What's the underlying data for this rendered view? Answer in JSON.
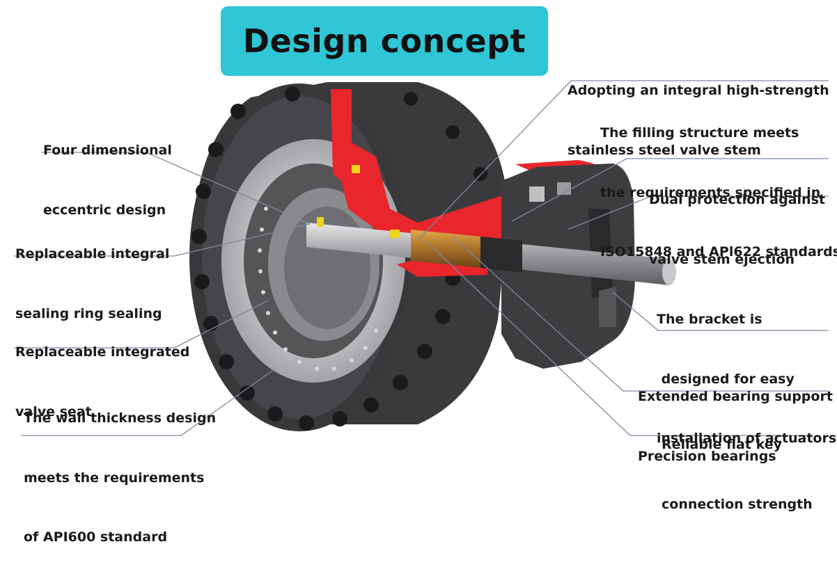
{
  "title": "Design concept",
  "colors": {
    "title_bg": "#2fc6d6",
    "body_dark": "#3a3a3c",
    "cutaway_red": "#e8262b",
    "leader_line": "#7a8aa0",
    "text": "#1a1a1a"
  },
  "labels": {
    "left": [
      {
        "lines": [
          "Four dimensional",
          "eccentric design"
        ]
      },
      {
        "lines": [
          "Replaceable integral",
          "sealing ring sealing"
        ]
      },
      {
        "lines": [
          "Replaceable integrated",
          "valve seat"
        ]
      },
      {
        "lines": [
          "The wall thickness design",
          "meets the requirements",
          "of API600 standard"
        ]
      }
    ],
    "right": [
      {
        "lines": [
          "Adopting an integral high-strength",
          "stainless steel valve stem"
        ]
      },
      {
        "lines": [
          "The filling structure meets",
          "the requirements specified in",
          "ISO15848 and APl622 standards"
        ]
      },
      {
        "lines": [
          "Dual protection against",
          "valve stem ejection"
        ]
      },
      {
        "lines": [
          "The bracket is",
          " designed for easy",
          "installation of actuators"
        ]
      },
      {
        "lines": [
          "Extended bearing support",
          "Precision bearings"
        ]
      },
      {
        "lines": [
          "Reliable flat key",
          "connection strength"
        ]
      }
    ]
  }
}
